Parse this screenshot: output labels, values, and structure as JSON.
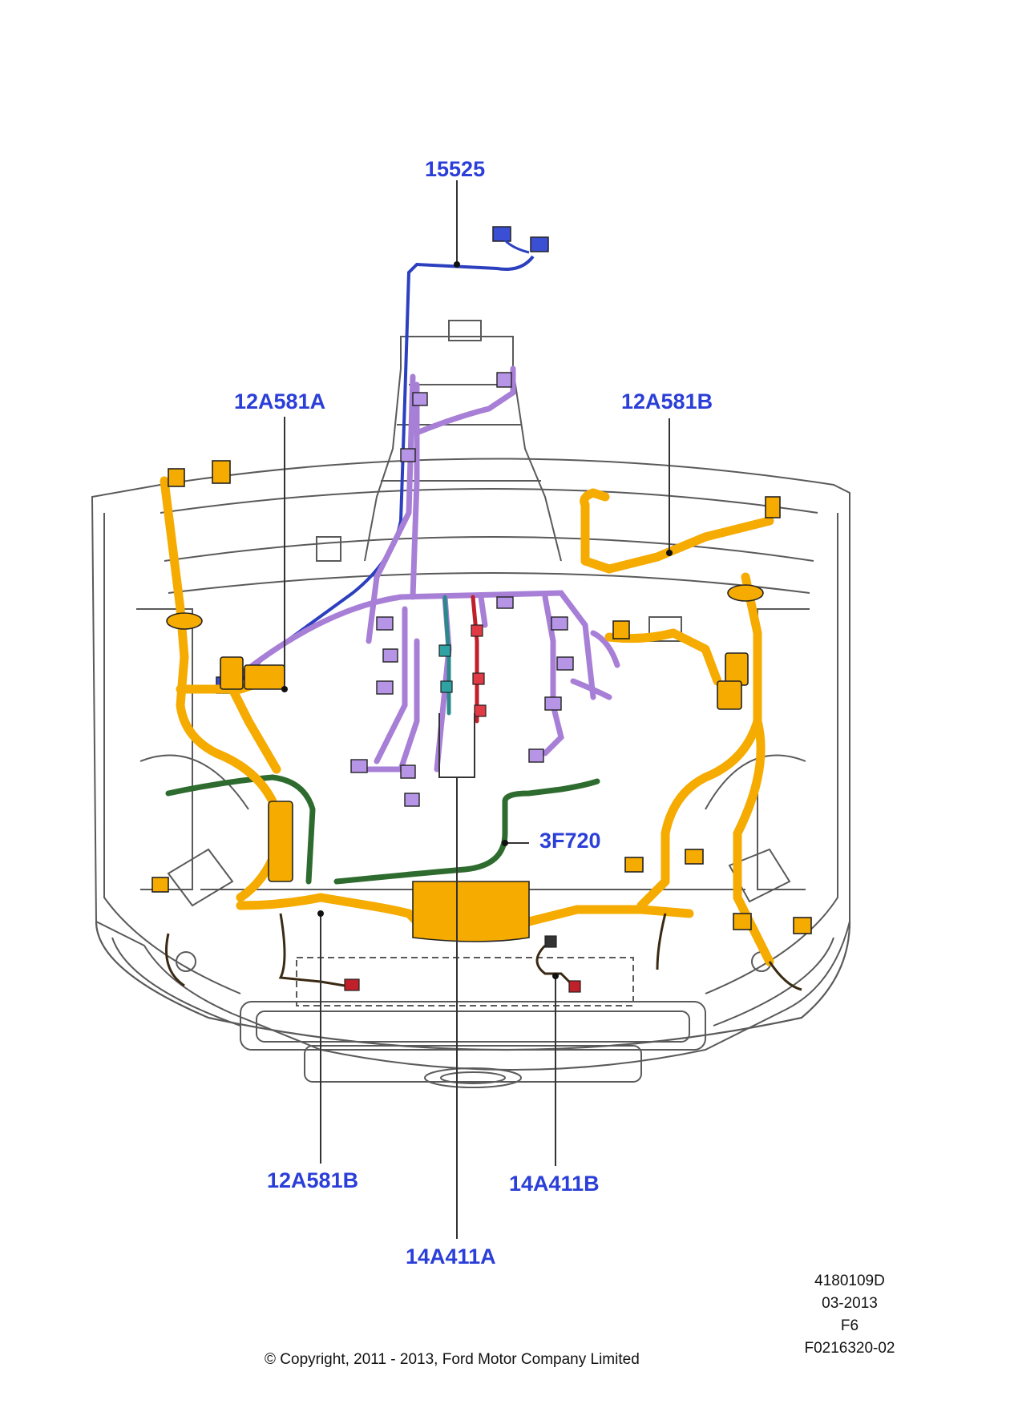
{
  "callouts": {
    "c15525": "15525",
    "c12a581a": "12A581A",
    "c12a581b_top": "12A581B",
    "c3f720": "3F720",
    "c12a581b_bottom": "12A581B",
    "c14a411b": "14A411B",
    "c14a411a": "14A411A"
  },
  "meta": {
    "doc_number": "4180109D",
    "date": "03-2013",
    "fig": "F6",
    "ref": "F0216320-02"
  },
  "copyright": "© Copyright, 2011 - 2013, Ford Motor Company Limited",
  "colors": {
    "harness_orange": "#f5ab00",
    "harness_purple": "#a77fd6",
    "harness_blue": "#2b3fbf",
    "harness_green": "#2e6b2e",
    "harness_red": "#c0202a",
    "harness_teal": "#2a8a8a",
    "callout_blue": "#2b3fd8",
    "line_gray": "#555555"
  }
}
